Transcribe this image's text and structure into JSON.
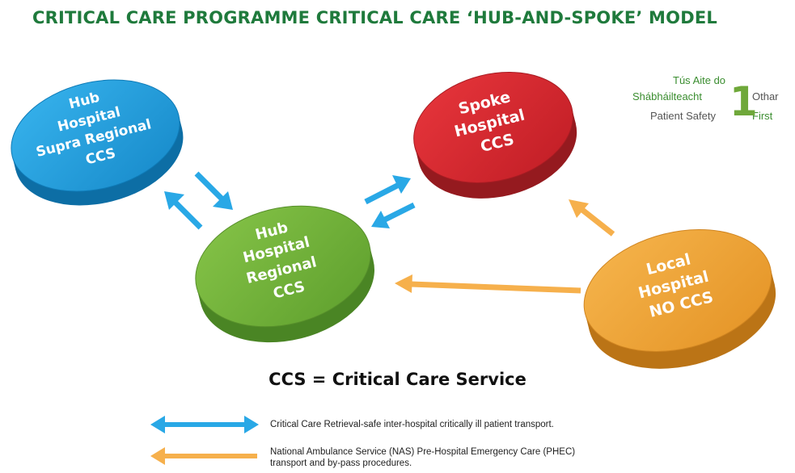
{
  "title": "CRITICAL CARE PROGRAMME CRITICAL CARE ‘HUB-AND-SPOKE’ MODEL",
  "nodes": {
    "supra": {
      "lines": [
        "Hub",
        "Hospital",
        "Supra Regional",
        "CCS"
      ],
      "color": "#1f9ad6"
    },
    "regional": {
      "lines": [
        "Hub",
        "Hospital",
        "Regional",
        "CCS"
      ],
      "color": "#72b33a"
    },
    "spoke": {
      "lines": [
        "Spoke",
        "Hospital",
        "CCS"
      ],
      "color": "#d7262e"
    },
    "local": {
      "lines": [
        "Local",
        "Hospital",
        "NO CCS"
      ],
      "color": "#f0a436"
    }
  },
  "logo": {
    "line1": "Tús Aite do",
    "line2a": "Shábháilteacht",
    "line2b": "Othar",
    "line3a": "Patient Safety",
    "line3b": "First",
    "numeral": "1"
  },
  "ccs_definition": "CCS = Critical Care Service",
  "legend": {
    "blue": {
      "color": "#29a8e6",
      "text": "Critical Care Retrieval-safe inter-hospital critically ill patient transport."
    },
    "orange": {
      "color": "#f6b04c",
      "line1": "National Ambulance Service (NAS) Pre-Hospital Emergency Care (PHEC)",
      "line2": "transport and by-pass procedures."
    }
  }
}
